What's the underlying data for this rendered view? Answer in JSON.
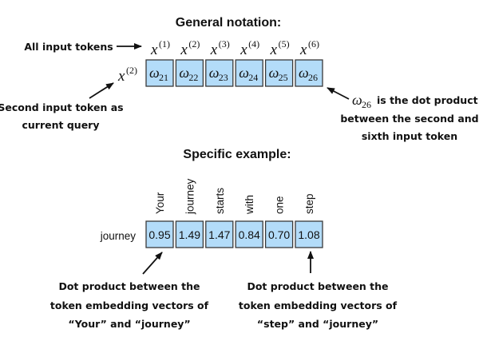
{
  "general": {
    "title": "General notation:",
    "all_inputs_label": "All input tokens",
    "input_tokens": [
      {
        "base": "x",
        "sup": "(1)"
      },
      {
        "base": "x",
        "sup": "(2)"
      },
      {
        "base": "x",
        "sup": "(3)"
      },
      {
        "base": "x",
        "sup": "(4)"
      },
      {
        "base": "x",
        "sup": "(5)"
      },
      {
        "base": "x",
        "sup": "(6)"
      }
    ],
    "query_token": {
      "base": "x",
      "sup": "(2)"
    },
    "weights": [
      {
        "base": "ω",
        "sub": "21"
      },
      {
        "base": "ω",
        "sub": "22"
      },
      {
        "base": "ω",
        "sub": "23"
      },
      {
        "base": "ω",
        "sub": "24"
      },
      {
        "base": "ω",
        "sub": "25"
      },
      {
        "base": "ω",
        "sub": "26"
      }
    ],
    "query_annotation": [
      "Second input token as",
      "current query"
    ],
    "dot_annotation": {
      "symbol": {
        "base": "ω",
        "sub": "26"
      },
      "lines": [
        "is the dot product",
        "between the second and",
        "sixth input token"
      ]
    }
  },
  "specific": {
    "title": "Specific example:",
    "query_label": "journey",
    "tokens": [
      "Your",
      "journey",
      "starts",
      "with",
      "one",
      "step"
    ],
    "values": [
      "0.95",
      "1.49",
      "1.47",
      "0.84",
      "0.70",
      "1.08"
    ],
    "left_annotation": [
      "Dot product between the",
      "token embedding vectors of",
      "“Your” and “journey”"
    ],
    "right_annotation": [
      "Dot product between the",
      "token embedding vectors of",
      "“step” and “journey”"
    ]
  },
  "colors": {
    "cell_fill": "#b3dcf9",
    "cell_border": "#3a3a3a"
  }
}
